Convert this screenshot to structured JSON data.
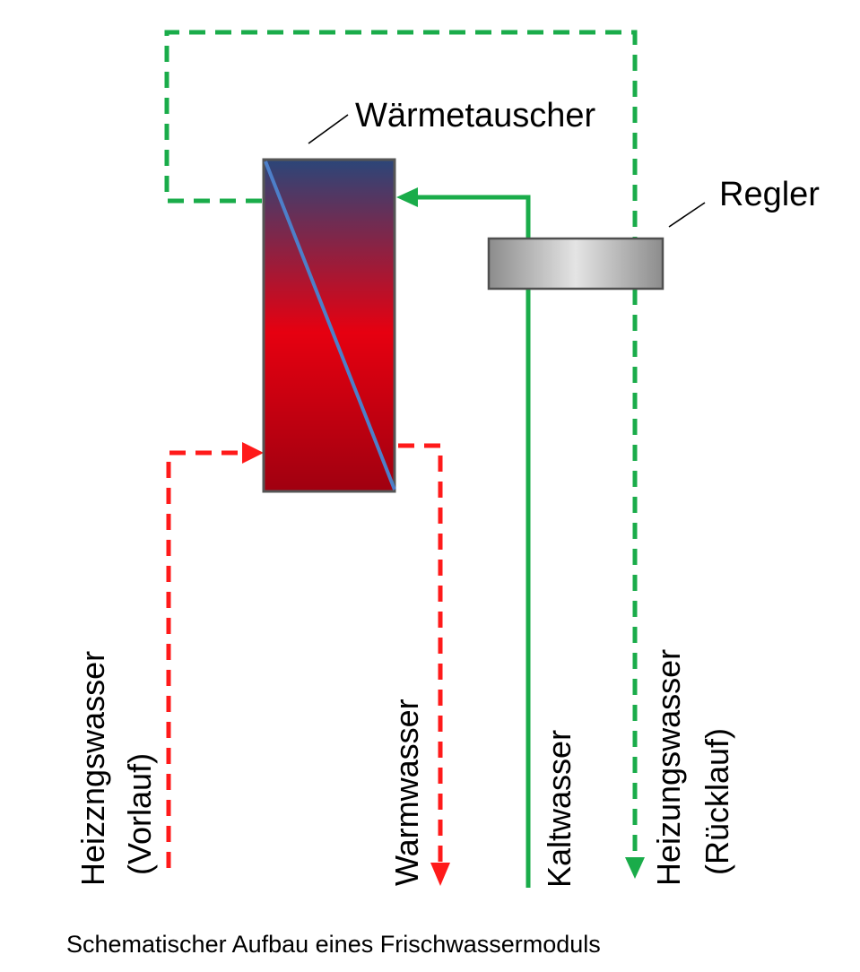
{
  "labels": {
    "heat_exchanger": "Wärmetauscher",
    "controller": "Regler",
    "supply_line1": "Heizzngswasser",
    "supply_line2": "(Vorlauf)",
    "warm_water": "Warmwasser",
    "cold_water": "Kaltwasser",
    "return_line1": "Heizungswasser",
    "return_line2": "(Rücklauf)"
  },
  "caption": "Schematischer Aufbau eines Frischwassermoduls",
  "colors": {
    "heating_return_line": "#1aac4a",
    "cold_water_line": "#1aac4a",
    "heating_supply_line": "#ff1a1a",
    "warm_water_line": "#ff1a1a",
    "exchanger_top": "#2b4679",
    "exchanger_middle": "#e60010",
    "exchanger_bottom": "#a00010",
    "exchanger_diagonal": "#4d7fc9",
    "controller_body": "#c8c8c8"
  }
}
